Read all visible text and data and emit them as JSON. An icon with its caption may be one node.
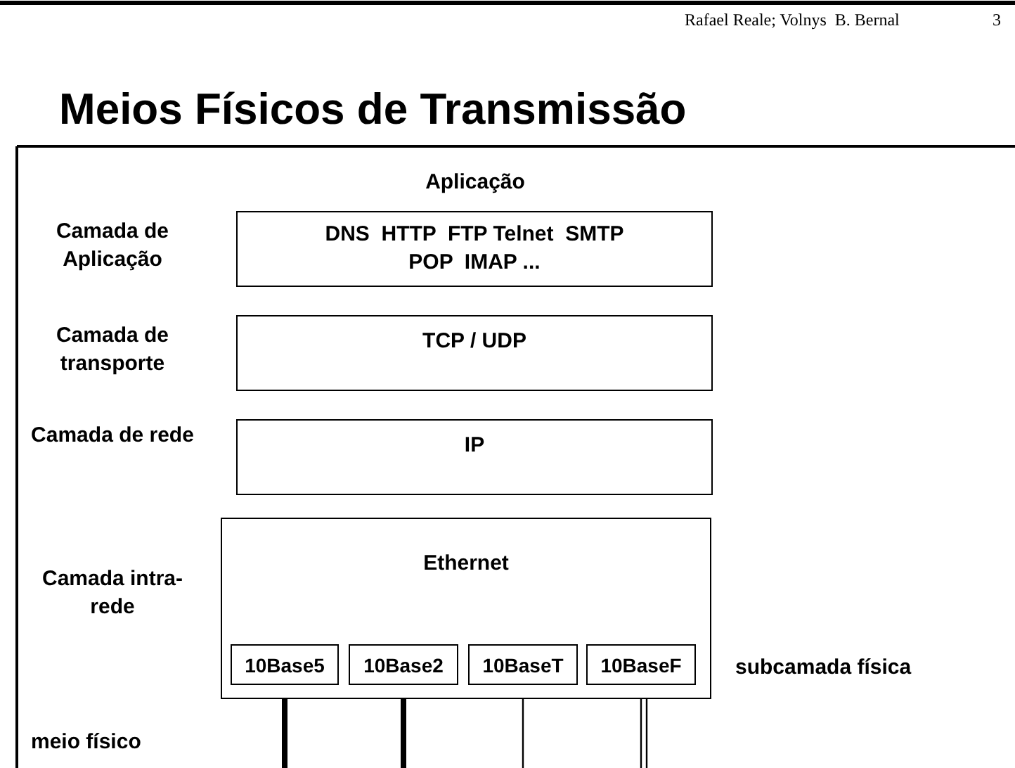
{
  "diagram": {
    "title": "Meios Físicos de Transmissão",
    "nodes": [
      {
        "text": [
          "DNS  HTTP  FTP Telnet  SMTP POP  IMAP ..."
        ],
        "beside": [
          "Camada de Aplicação"
        ]
      },
      {
        "text": [
          "TCP / UDP"
        ],
        "beside": [
          "Camada de transporte"
        ]
      },
      {
        "text": [
          "IP"
        ],
        "beside": [
          "Camada de rede"
        ]
      },
      {
        "text": [
          "Ethernet"
        ],
        "beside": [
          "Camada intra-rede"
        ]
      },
      {
        "text": [
          "10Base5"
        ],
        "in": 3
      },
      {
        "text": [
          "10Base2"
        ],
        "in": 3
      },
      {
        "text": [
          "10BaseT"
        ],
        "in": 3
      },
      {
        "text": [
          "10BaseF"
        ],
        "in": 3
      }
    ],
    "edges": [
      {
        "from": 4,
        "to": null,
        "arrow": "none",
        "style": "thick"
      },
      {
        "from": 5,
        "to": null,
        "arrow": "none",
        "style": "thick"
      },
      {
        "from": 6,
        "to": null,
        "arrow": "none"
      },
      {
        "from": 7,
        "to": null,
        "arrow": "none"
      },
      {
        "from": 7,
        "to": null,
        "arrow": "none"
      }
    ],
    "labels": [
      "Rafael Reale; Volnys  B. Bernal",
      "3",
      "Aplicação",
      "subcamada física",
      "meio físico"
    ]
  }
}
